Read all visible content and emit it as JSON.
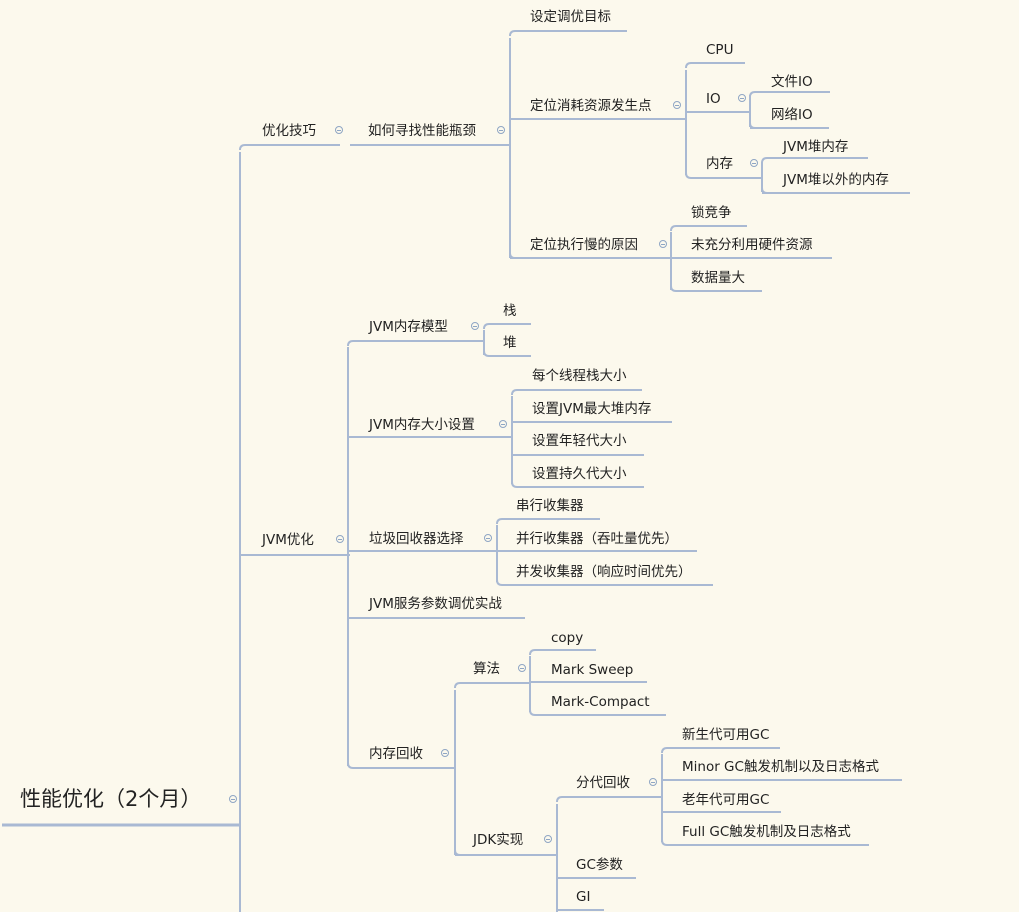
{
  "mindmap": {
    "root": "性能优化（2个月）",
    "nodes": [
      {
        "id": "youhua",
        "label": "优化技巧"
      },
      {
        "id": "ruhe",
        "label": "如何寻找性能瓶颈"
      },
      {
        "id": "sheding",
        "label": "设定调优目标"
      },
      {
        "id": "dingwei1",
        "label": "定位消耗资源发生点"
      },
      {
        "id": "cpu",
        "label": "CPU"
      },
      {
        "id": "io",
        "label": "IO"
      },
      {
        "id": "wenjian",
        "label": "文件IO"
      },
      {
        "id": "wangluo",
        "label": "网络IO"
      },
      {
        "id": "neicun",
        "label": "内存"
      },
      {
        "id": "jvmdui",
        "label": "JVM堆内存"
      },
      {
        "id": "jvmwai",
        "label": "JVM堆以外的内存"
      },
      {
        "id": "dingwei2",
        "label": "定位执行慢的原因"
      },
      {
        "id": "suo",
        "label": "锁竞争"
      },
      {
        "id": "weichong",
        "label": "未充分利用硬件资源"
      },
      {
        "id": "shuju",
        "label": "数据量大"
      },
      {
        "id": "jvmopt",
        "label": "JVM优化"
      },
      {
        "id": "moxing",
        "label": "JVM内存模型"
      },
      {
        "id": "zhan",
        "label": "栈"
      },
      {
        "id": "dui",
        "label": "堆"
      },
      {
        "id": "daxiao",
        "label": "JVM内存大小设置"
      },
      {
        "id": "meige",
        "label": "每个线程栈大小"
      },
      {
        "id": "zuida",
        "label": "设置JVM最大堆内存"
      },
      {
        "id": "nianqing",
        "label": "设置年轻代大小"
      },
      {
        "id": "chijiu",
        "label": "设置持久代大小"
      },
      {
        "id": "laji",
        "label": "垃圾回收器选择"
      },
      {
        "id": "chuanxing",
        "label": "串行收集器"
      },
      {
        "id": "bingxing",
        "label": "并行收集器（吞吐量优先）"
      },
      {
        "id": "bingfa",
        "label": "并发收集器（响应时间优先）"
      },
      {
        "id": "fuwu",
        "label": "JVM服务参数调优实战"
      },
      {
        "id": "huishou",
        "label": "内存回收"
      },
      {
        "id": "suanfa",
        "label": "算法"
      },
      {
        "id": "copy",
        "label": "copy"
      },
      {
        "id": "marksweep",
        "label": "Mark Sweep"
      },
      {
        "id": "markcompact",
        "label": "Mark-Compact"
      },
      {
        "id": "jdk",
        "label": "JDK实现"
      },
      {
        "id": "fendai",
        "label": "分代回收"
      },
      {
        "id": "xinsheng",
        "label": "新生代可用GC"
      },
      {
        "id": "minor",
        "label": "Minor GC触发机制以及日志格式"
      },
      {
        "id": "laonian",
        "label": "老年代可用GC"
      },
      {
        "id": "full",
        "label": "Full GC触发机制及日志格式"
      },
      {
        "id": "gccanshu",
        "label": "GC参数"
      },
      {
        "id": "gi",
        "label": "GI"
      }
    ]
  },
  "colors": {
    "background": "#fcf9ed",
    "line": "#a9b9d3",
    "text": "#222222"
  }
}
